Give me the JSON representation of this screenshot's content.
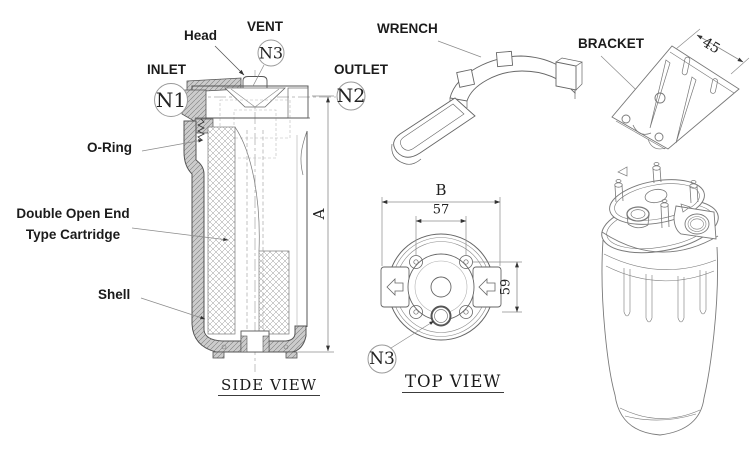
{
  "colors": {
    "background": "#ffffff",
    "line": "#555555",
    "line_light": "#8b8b8b",
    "hatch_fill": "#cccccc",
    "text": "#1b1b1b",
    "arrow": "#2f2f2f"
  },
  "side_view": {
    "caption": "SIDE VIEW",
    "labels": {
      "head": "Head",
      "vent": "VENT",
      "inlet": "INLET",
      "outlet": "OUTLET",
      "oring": "O-Ring",
      "cartridge_line1": "Double Open End",
      "cartridge_line2": "Type Cartridge",
      "shell": "Shell"
    },
    "callouts": {
      "inlet": "N1",
      "outlet": "N2",
      "vent": "N3"
    },
    "dimensions": {
      "height": "A"
    }
  },
  "top_view": {
    "caption": "TOP VIEW",
    "callouts": {
      "vent": "N3"
    },
    "dimensions": {
      "overall_width": "B",
      "bolt_spacing_horizontal": "57",
      "bolt_spacing_vertical": "59"
    }
  },
  "accessories": {
    "wrench_label": "WRENCH",
    "bracket_label": "BRACKET",
    "bracket_dimension": "45"
  }
}
